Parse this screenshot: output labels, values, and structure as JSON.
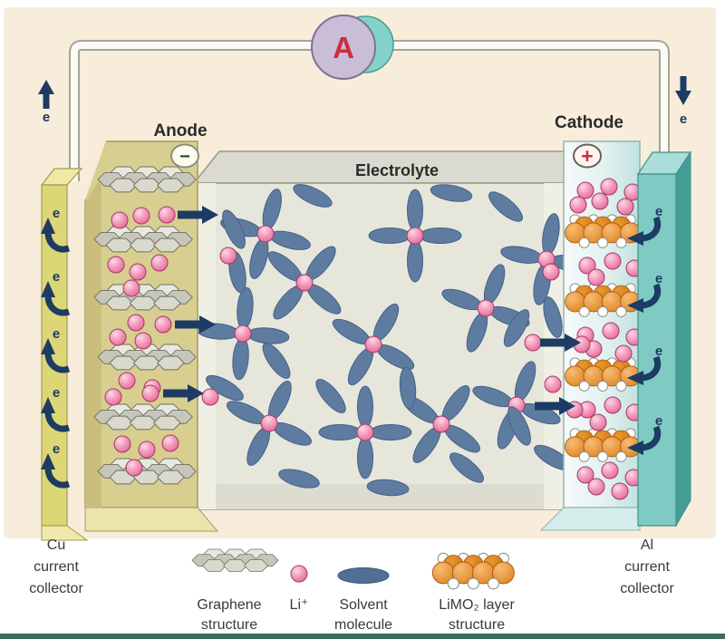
{
  "ammeter": {
    "label": "A"
  },
  "electron": {
    "symbol": "e"
  },
  "terminals": {
    "minus": "−",
    "plus": "+"
  },
  "labels": {
    "anode": "Anode",
    "cathode": "Cathode",
    "electrolyte": "Electrolyte",
    "cu": [
      "Cu",
      "current",
      "collector"
    ],
    "al": [
      "Al",
      "current",
      "collector"
    ]
  },
  "legend": {
    "graphene": [
      "Graphene",
      "structure"
    ],
    "li": "Li⁺",
    "solvent": [
      "Solvent",
      "molecule"
    ],
    "limo2": [
      "LiMO₂ layer",
      "structure"
    ]
  },
  "colors": {
    "background_cream": "#f8edda",
    "electron_navy": "#1c3c63",
    "li_ion_pink": "#ee7fa9",
    "solvent_blue": "#5e7ca0",
    "limo2_orange": "#e08427",
    "copper_yellow": "#ddd677",
    "aluminum_teal": "#7fcbc4",
    "ammeter_red": "#cf2b3d",
    "ammeter_lavender": "#c9bdd8",
    "ammeter_teal": "#82d2c9"
  }
}
